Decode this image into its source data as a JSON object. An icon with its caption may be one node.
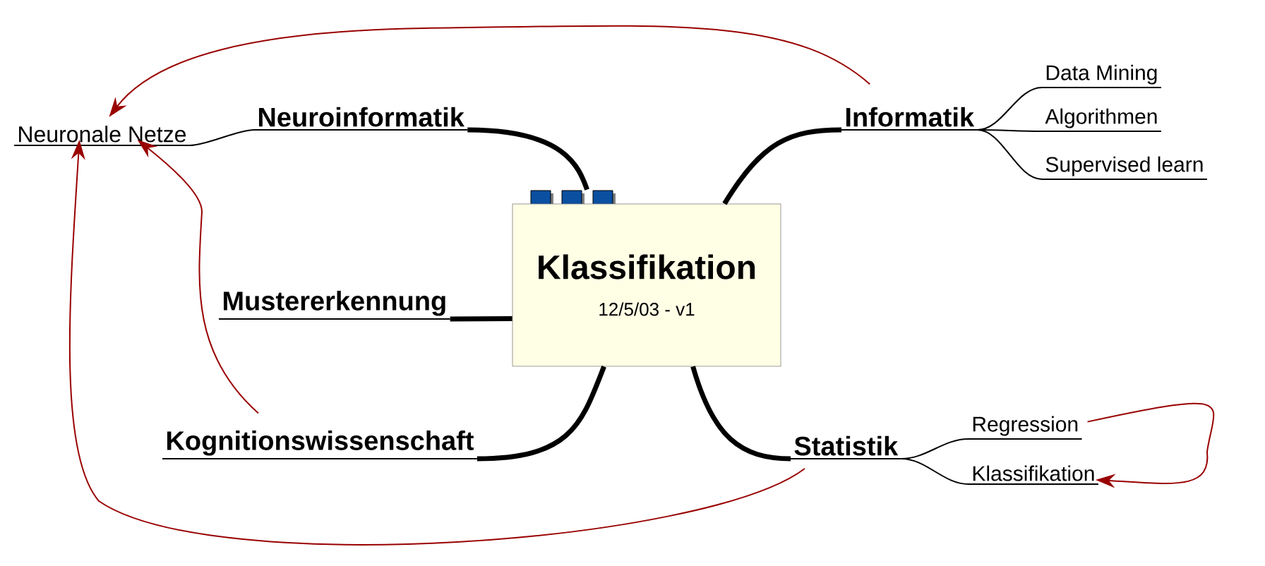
{
  "diagram": {
    "nodes": [
      {
        "text": [
          "Klassifikation",
          "12/5/03 - v1"
        ]
      },
      {
        "text": [
          "Neuroinformatik"
        ]
      },
      {
        "text": [
          "Informatik"
        ]
      },
      {
        "text": [
          "Mustererkennung"
        ]
      },
      {
        "text": [
          "Kognitionswissenschaft"
        ]
      },
      {
        "text": [
          "Statistik"
        ]
      },
      {
        "text": [
          "Neuronale Netze"
        ]
      },
      {
        "text": [
          "Data Mining"
        ]
      },
      {
        "text": [
          "Algorithmen"
        ]
      },
      {
        "text": [
          "Supervised learn"
        ]
      },
      {
        "text": [
          "Regression"
        ]
      },
      {
        "text": [
          "Klassifikation"
        ]
      }
    ],
    "edges": [
      {
        "from": 0,
        "to": 1,
        "arrow": "none",
        "style": "thick"
      },
      {
        "from": 0,
        "to": 2,
        "arrow": "none",
        "style": "thick"
      },
      {
        "from": 0,
        "to": 3,
        "arrow": "none",
        "style": "thick"
      },
      {
        "from": 0,
        "to": 4,
        "arrow": "none",
        "style": "thick"
      },
      {
        "from": 0,
        "to": 5,
        "arrow": "none",
        "style": "thick"
      },
      {
        "from": 1,
        "to": 6,
        "arrow": "none"
      },
      {
        "from": 2,
        "to": 7,
        "arrow": "none"
      },
      {
        "from": 2,
        "to": 8,
        "arrow": "none"
      },
      {
        "from": 2,
        "to": 9,
        "arrow": "none"
      },
      {
        "from": 5,
        "to": 10,
        "arrow": "none"
      },
      {
        "from": 5,
        "to": 11,
        "arrow": "none"
      },
      {
        "from": 2,
        "to": 6,
        "arrow": "to",
        "color": "#990000"
      },
      {
        "from": 4,
        "to": 6,
        "arrow": "to",
        "color": "#990000"
      },
      {
        "from": 5,
        "to": 6,
        "arrow": "to",
        "color": "#990000"
      },
      {
        "from": 10,
        "to": 11,
        "arrow": "to",
        "color": "#990000"
      }
    ]
  }
}
